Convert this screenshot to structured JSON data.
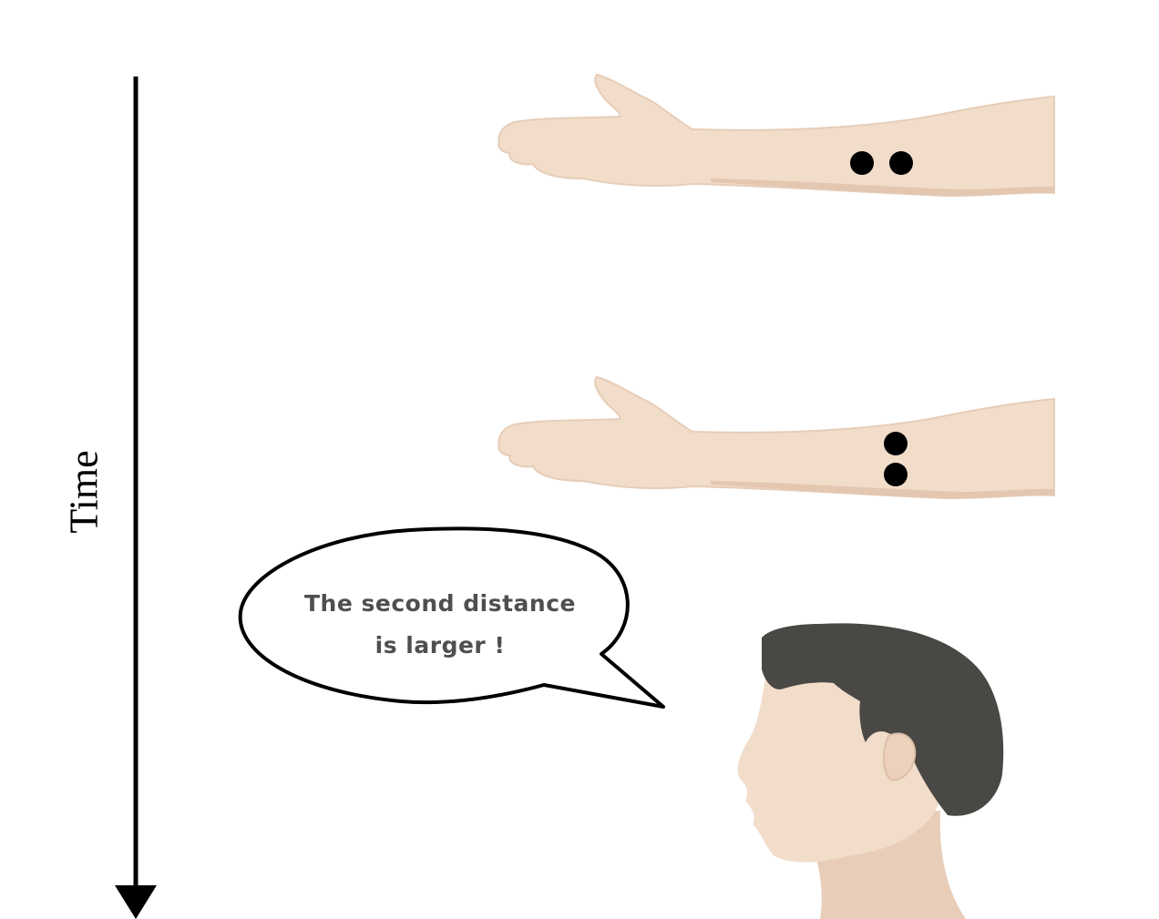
{
  "axis": {
    "label": "Time",
    "direction": "downward"
  },
  "trials": [
    {
      "order": 1,
      "dot_arrangement": "horizontal",
      "dot_count": 2
    },
    {
      "order": 2,
      "dot_arrangement": "vertical",
      "dot_count": 2
    }
  ],
  "speech_bubble": {
    "line1": "The second distance",
    "line2": "is larger !"
  },
  "colors": {
    "skin": "#f2ddcb",
    "skin_shadow": "#e4c7b1",
    "hair": "#4a4844",
    "dots": "#000000",
    "text": "#4f4f4f",
    "outline": "#000000"
  },
  "icons": {
    "arm": "outstretched-arm-icon",
    "head": "person-head-profile-icon",
    "dot": "tactile-point-icon"
  }
}
